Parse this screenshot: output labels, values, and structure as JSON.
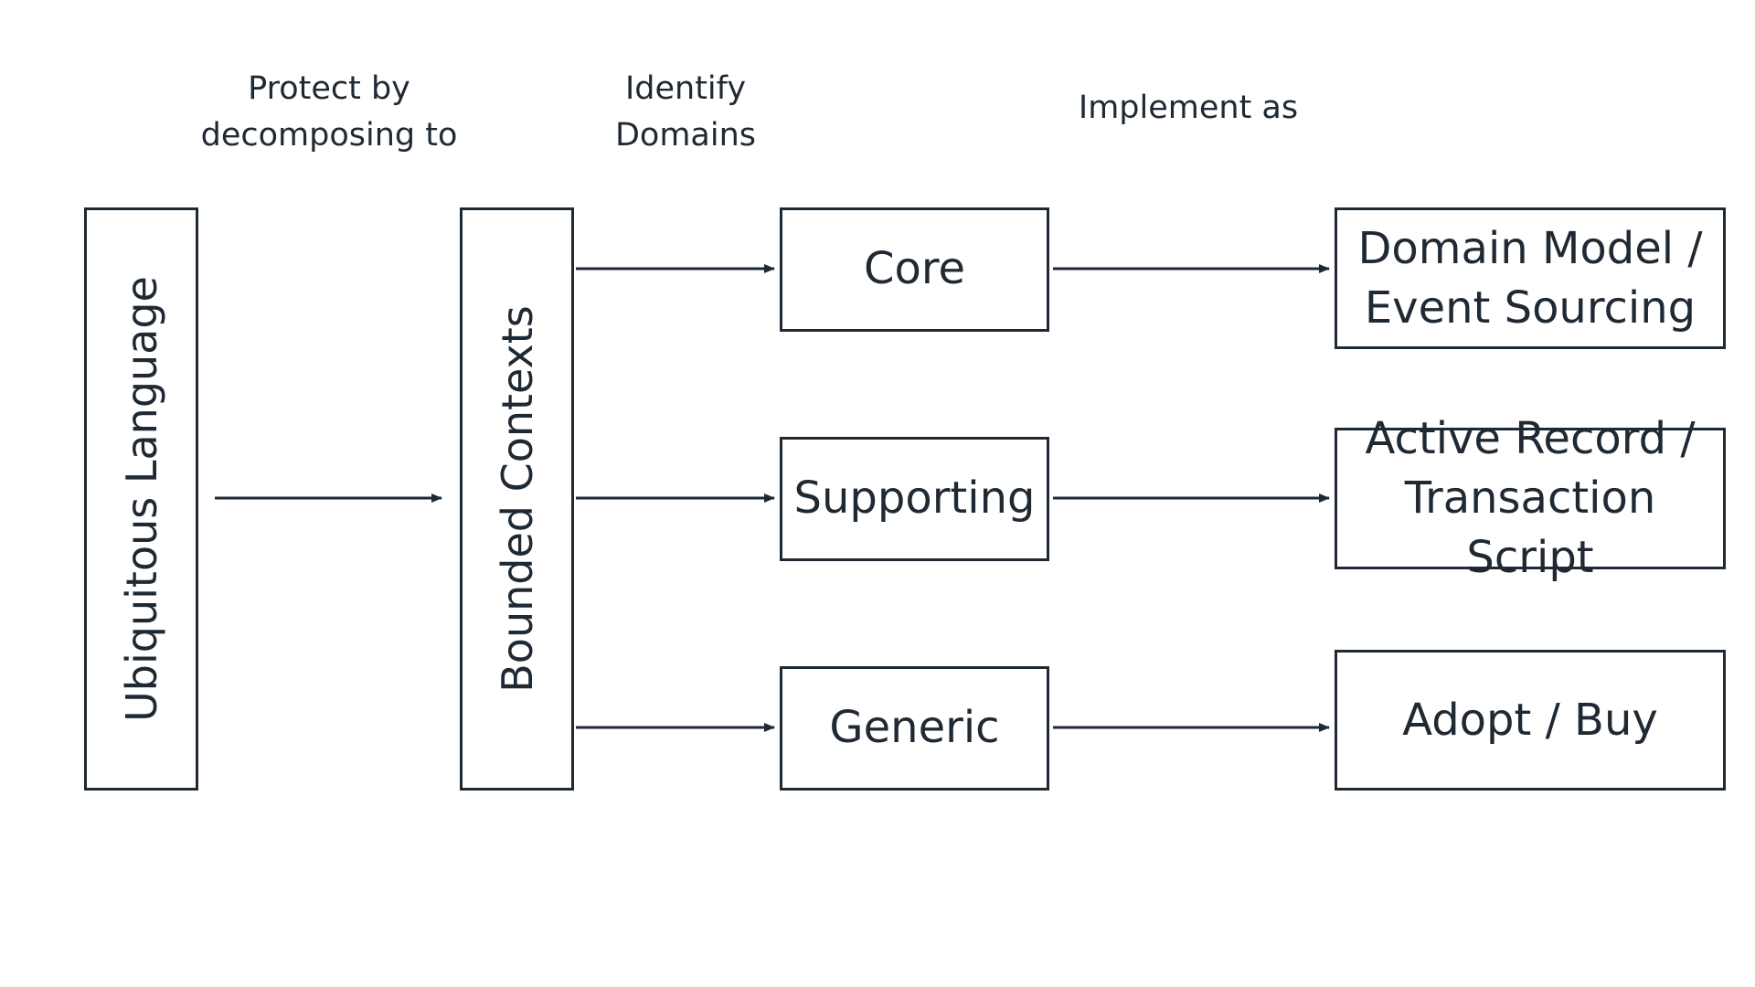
{
  "captions": {
    "protect": "Protect by\ndecomposing to",
    "identify": "Identify\nDomains",
    "implement": "Implement as"
  },
  "nodes": {
    "ubiquitous_language": "Ubiquitous Language",
    "bounded_contexts": "Bounded Contexts",
    "core": "Core",
    "supporting": "Supporting",
    "generic": "Generic",
    "domain_model": "Domain Model /\nEvent Sourcing",
    "active_record": "Active Record /\nTransaction Script",
    "adopt_buy": "Adopt / Buy"
  },
  "colors": {
    "stroke": "#1f2933",
    "background": "#ffffff"
  }
}
